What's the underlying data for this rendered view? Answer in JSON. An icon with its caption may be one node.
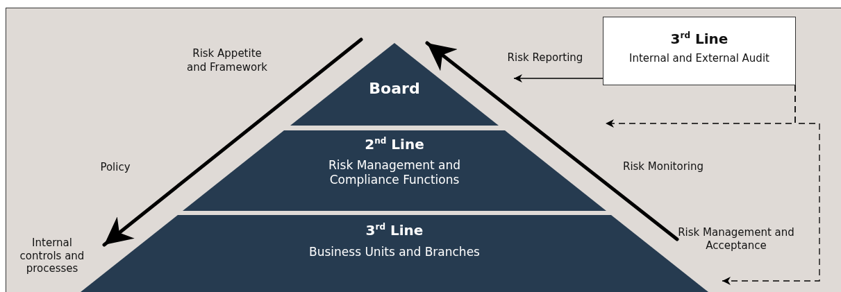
{
  "diagram": {
    "nodes": [
      {
        "text": [
          "Board"
        ]
      },
      {
        "text": [
          "2$^{nd}$ Line",
          "Risk Management and Compliance Functions"
        ]
      },
      {
        "text": [
          "3$^{rd}$ Line",
          "Business Units and Branches"
        ]
      },
      {
        "text": [
          "3$^{rd}$ Line",
          "Internal and External Audit"
        ]
      },
      {
        "text": [
          "Internal controls and processes"
        ]
      },
      {
        "text": [
          "Risk Management and Acceptance"
        ]
      }
    ],
    "edges": [
      {
        "from": null,
        "to": 4,
        "arrow": "to",
        "style": "thick"
      },
      {
        "from": 5,
        "to": 0,
        "arrow": "to",
        "style": "thick"
      },
      {
        "from": 3,
        "to": null,
        "arrow": "to",
        "label": "Risk Reporting"
      },
      {
        "from": 3,
        "to": null,
        "arrow": "to",
        "style": "dashed"
      },
      {
        "from": 3,
        "to": 5,
        "arrow": "to",
        "style": "dashed"
      }
    ],
    "labels": [
      "Risk Appetite and Framework",
      "Policy",
      "Risk Monitoring"
    ]
  }
}
